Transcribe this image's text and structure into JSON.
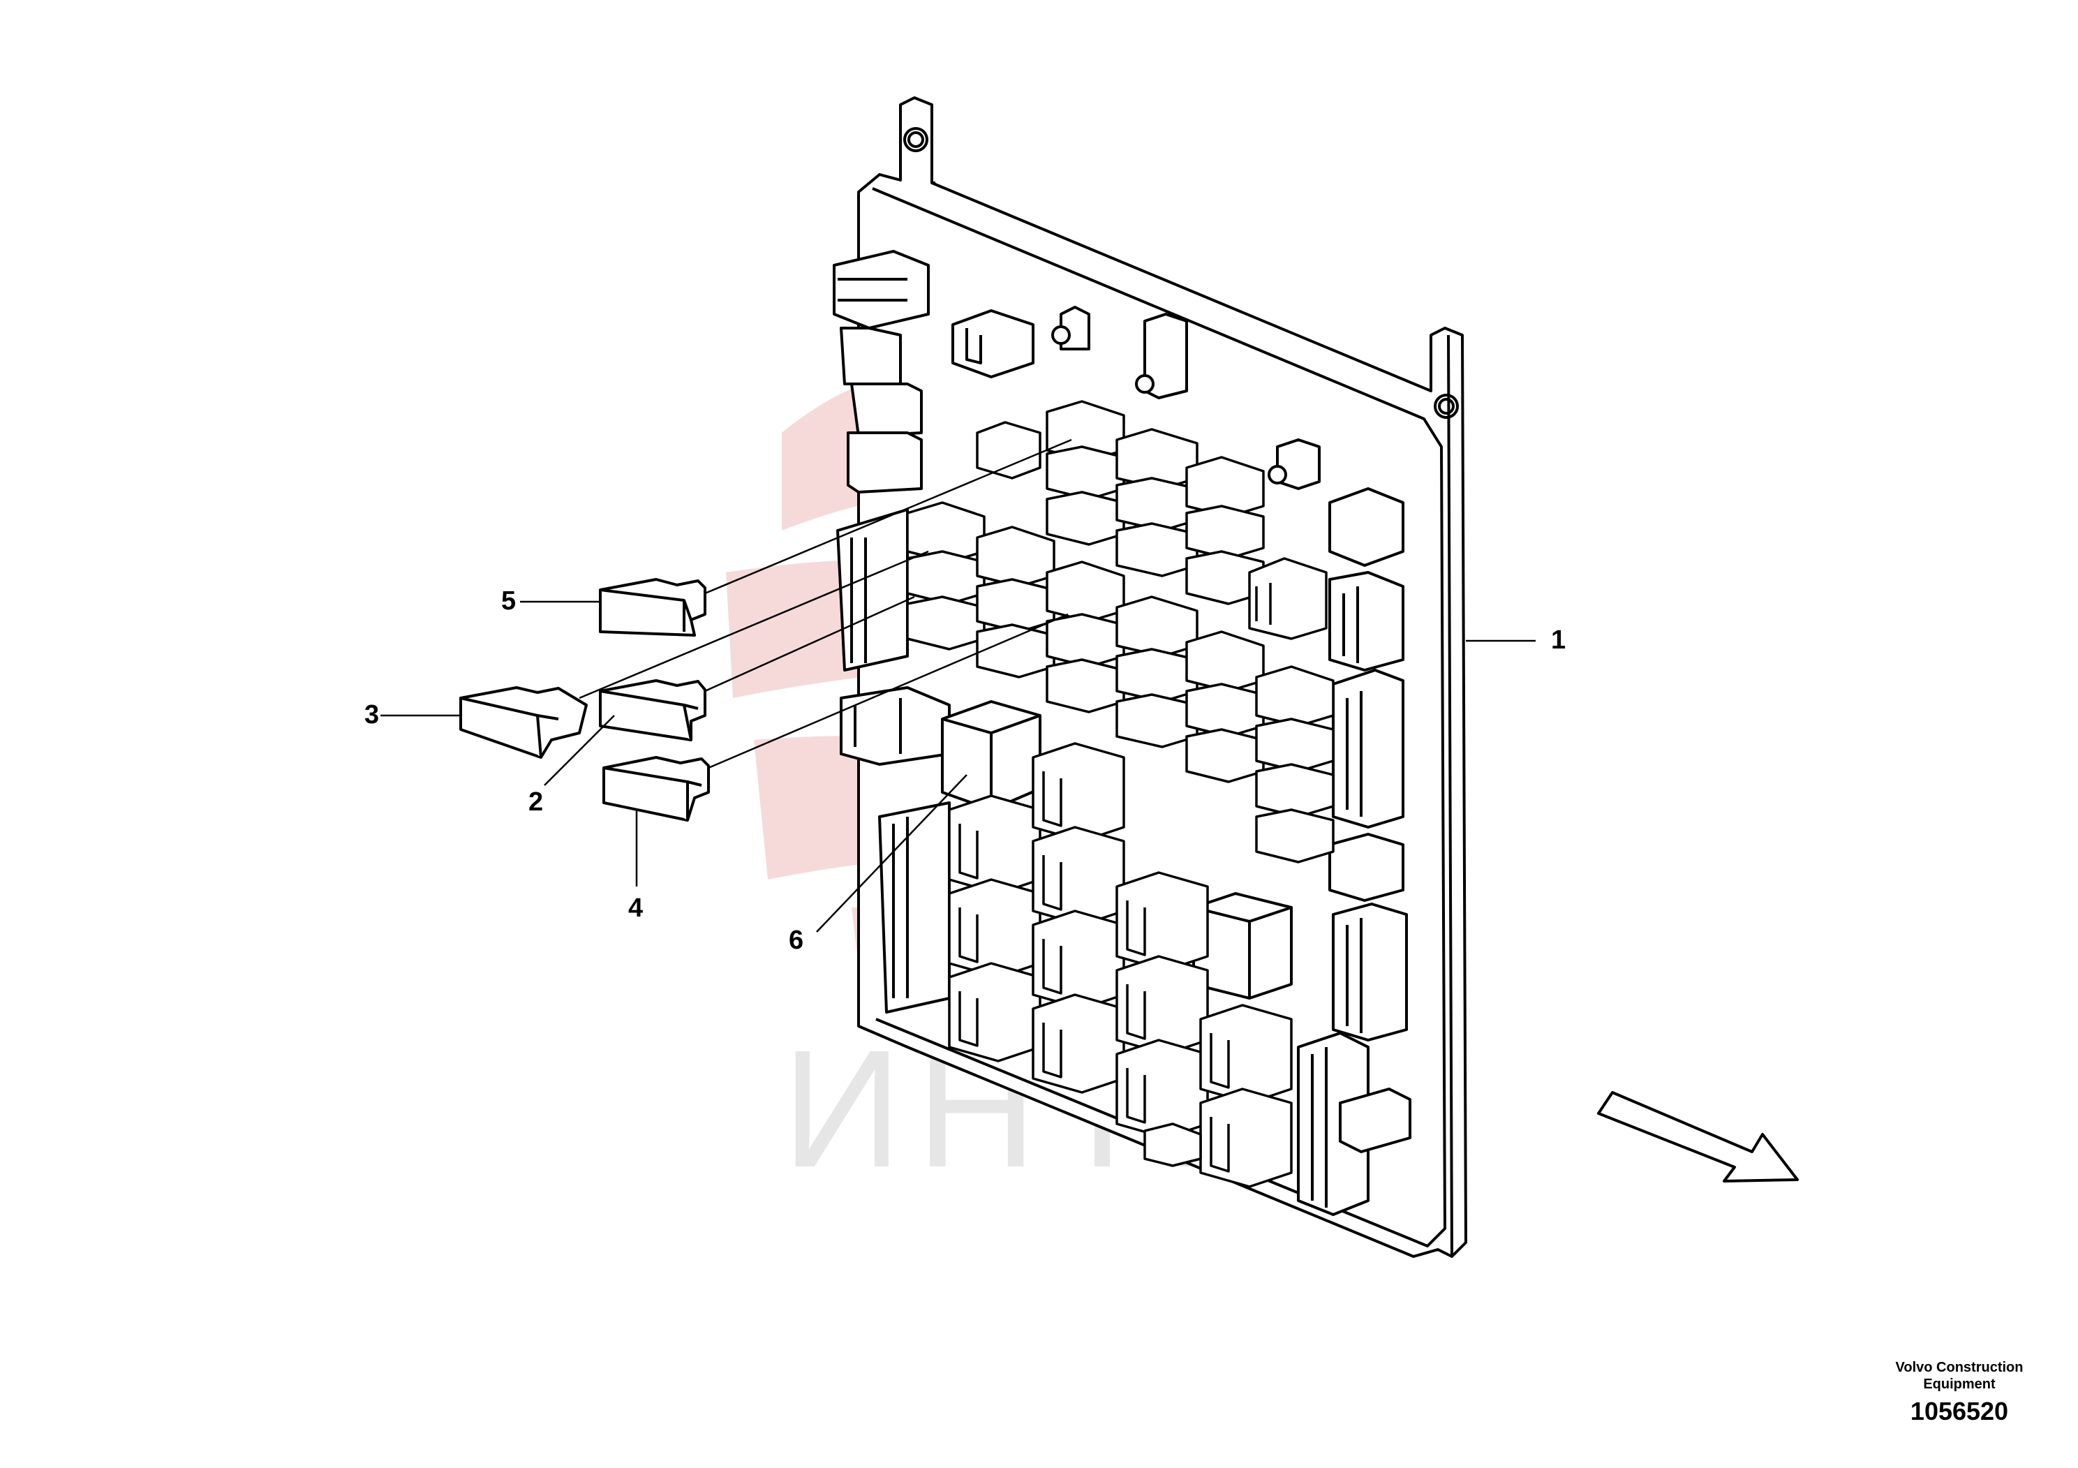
{
  "diagram": {
    "callouts": [
      "1",
      "2",
      "3",
      "4",
      "5",
      "6"
    ],
    "watermark_text": "ИНТЕК",
    "watermark_color": "#f3c9c9",
    "line_color": "#000000"
  },
  "credit": {
    "maker": "Volvo Construction Equipment",
    "figure_number": "1056520"
  }
}
